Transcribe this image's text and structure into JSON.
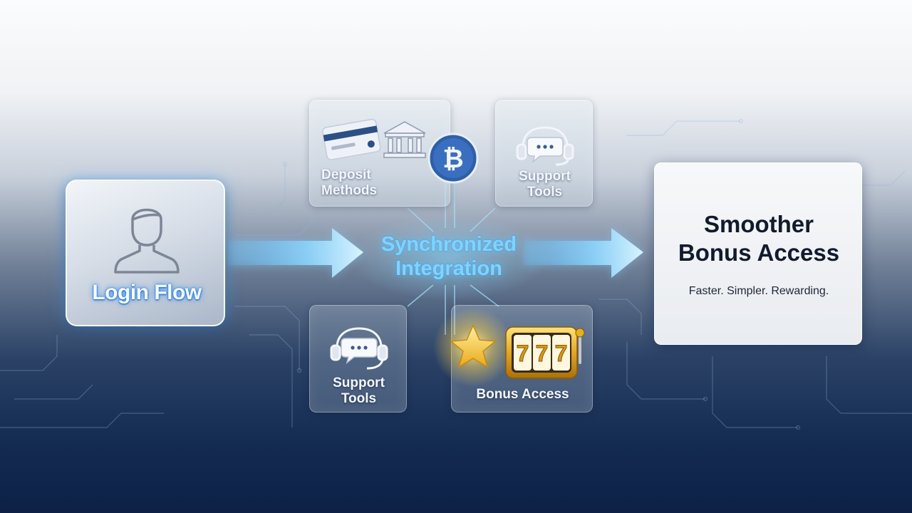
{
  "login": {
    "label": "Login Flow",
    "icon": "user-icon"
  },
  "center": {
    "label_line1": "Synchronized",
    "label_line2": "Integration"
  },
  "deposit": {
    "label_line1": "Deposit",
    "label_line2": "Methods",
    "icons": [
      "credit-card-icon",
      "bank-icon",
      "bitcoin-icon"
    ]
  },
  "support_top": {
    "label_line1": "Support",
    "label_line2": "Tools",
    "icon": "headset-icon"
  },
  "support_bottom": {
    "label_line1": "Support",
    "label_line2": "Tools",
    "icon": "headset-icon"
  },
  "bonus": {
    "label": "Bonus Access",
    "icons": [
      "star-icon",
      "slot-machine-icon"
    ],
    "reels": [
      "7",
      "7",
      "7"
    ]
  },
  "result": {
    "title_line1": "Smoother",
    "title_line2": "Bonus Access",
    "subtitle": "Faster. Simpler. Rewarding."
  },
  "colors": {
    "glow_blue": "#6cc8ff",
    "gold": "#f2b821",
    "navy": "#0d2146"
  }
}
